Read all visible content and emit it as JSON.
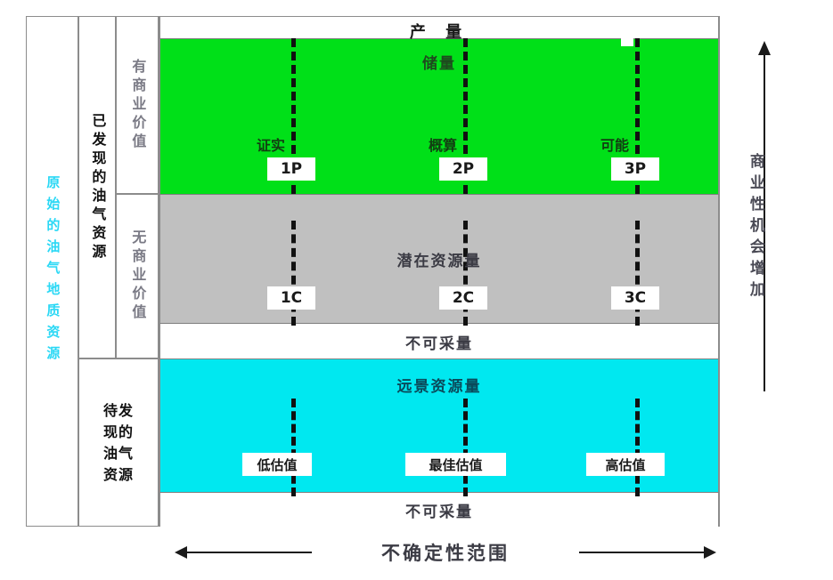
{
  "diagram": {
    "title_top": "产  量",
    "axes": {
      "bottom_label": "不确定性范围",
      "right_label": "商业性机会增加"
    },
    "left_columns": {
      "origin": "原始的油气地质资源",
      "discovered": "已发现的油气资源",
      "undiscovered": "待发现的油气资源",
      "commercial": "有商业价值",
      "non_commercial": "无商业价值"
    },
    "bands": [
      {
        "id": "production",
        "label": "产  量",
        "color": "#ffffff"
      },
      {
        "id": "reserves",
        "label": "储量",
        "color": "#00e018",
        "categories": [
          "证实",
          "概算",
          "可能"
        ],
        "codes": [
          "1P",
          "2P",
          "3P"
        ]
      },
      {
        "id": "contingent",
        "label": "潜在资源量",
        "color": "#c0c0c0",
        "codes": [
          "1C",
          "2C",
          "3C"
        ]
      },
      {
        "id": "unrecoverable_1",
        "label": "不可采量",
        "color": "#ffffff"
      },
      {
        "id": "prospective",
        "label": "远景资源量",
        "color": "#00e8f0",
        "codes": [
          "低估值",
          "最佳估值",
          "高估值"
        ]
      },
      {
        "id": "unrecoverable_2",
        "label": "不可采量",
        "color": "#ffffff"
      }
    ]
  },
  "chart_data": {
    "type": "diagram",
    "title": "产  量",
    "xlabel": "不确定性范围",
    "ylabel": "商业性机会增加",
    "classification_axis_x": [
      "低",
      "最佳",
      "高"
    ],
    "rows": [
      {
        "name": "产  量",
        "color": "#ffffff",
        "cells": [
          "",
          "产  量",
          ""
        ]
      },
      {
        "name": "储量",
        "color": "#00e018",
        "cells": [
          "1P",
          "2P",
          "3P"
        ],
        "sub_labels": [
          "证实",
          "概算",
          "可能"
        ]
      },
      {
        "name": "潜在资源量",
        "color": "#c0c0c0",
        "cells": [
          "1C",
          "2C",
          "3C"
        ]
      },
      {
        "name": "不可采量",
        "color": "#ffffff",
        "cells": [
          "",
          "",
          ""
        ]
      },
      {
        "name": "远景资源量",
        "color": "#00e8f0",
        "cells": [
          "低估值",
          "最佳估值",
          "高估值"
        ]
      },
      {
        "name": "不可采量",
        "color": "#ffffff",
        "cells": [
          "",
          "",
          ""
        ]
      }
    ],
    "colors": {
      "reserves": "#00e018",
      "contingent": "#c0c0c0",
      "prospective": "#00e8f0",
      "origin_text": "#2ad8f5",
      "border": "#8c8c8c"
    }
  }
}
